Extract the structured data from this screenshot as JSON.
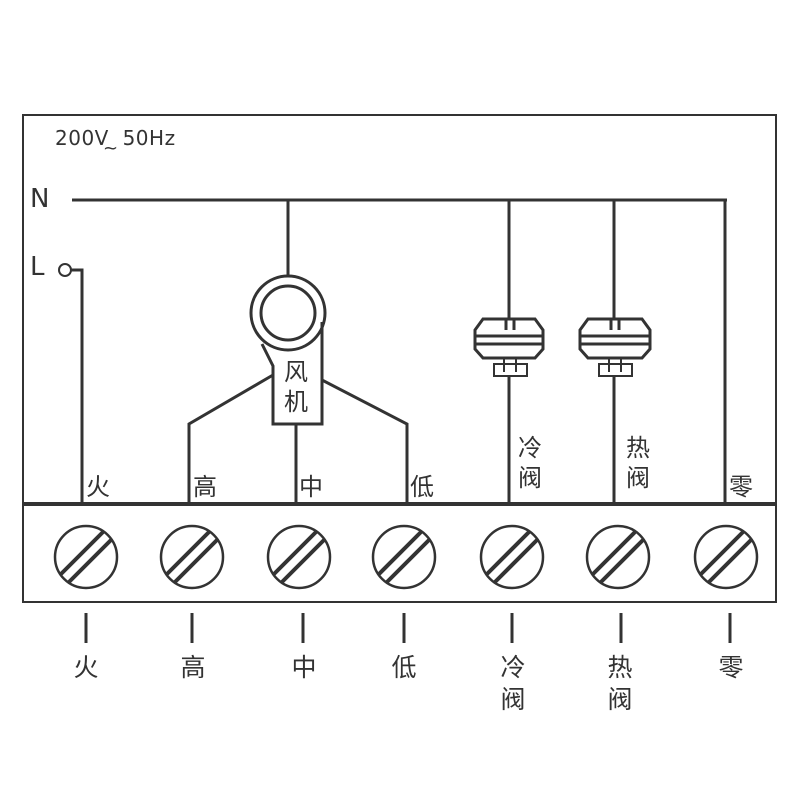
{
  "supply": {
    "voltage": "200V",
    "frequency": "50Hz"
  },
  "rails": {
    "neutral": "N",
    "live": "L"
  },
  "fan": {
    "label_line1": "风",
    "label_line2": "机"
  },
  "inner_terminals": [
    {
      "id": "fire",
      "text": "火"
    },
    {
      "id": "high",
      "text": "高"
    },
    {
      "id": "mid",
      "text": "中"
    },
    {
      "id": "low",
      "text": "低"
    },
    {
      "id": "cold-valve",
      "line1": "冷",
      "line2": "阀"
    },
    {
      "id": "heat-valve",
      "line1": "热",
      "line2": "阀"
    },
    {
      "id": "zero",
      "text": "零"
    }
  ],
  "outer_labels": [
    {
      "id": "fire",
      "line1": "火",
      "line2": ""
    },
    {
      "id": "high",
      "line1": "高",
      "line2": ""
    },
    {
      "id": "mid",
      "line1": "中",
      "line2": ""
    },
    {
      "id": "low",
      "line1": "低",
      "line2": ""
    },
    {
      "id": "cold-valve",
      "line1": "冷",
      "line2": "阀"
    },
    {
      "id": "heat-valve",
      "line1": "热",
      "line2": "阀"
    },
    {
      "id": "zero",
      "line1": "零",
      "line2": ""
    }
  ],
  "colors": {
    "line": "#333333",
    "background": "#ffffff"
  }
}
